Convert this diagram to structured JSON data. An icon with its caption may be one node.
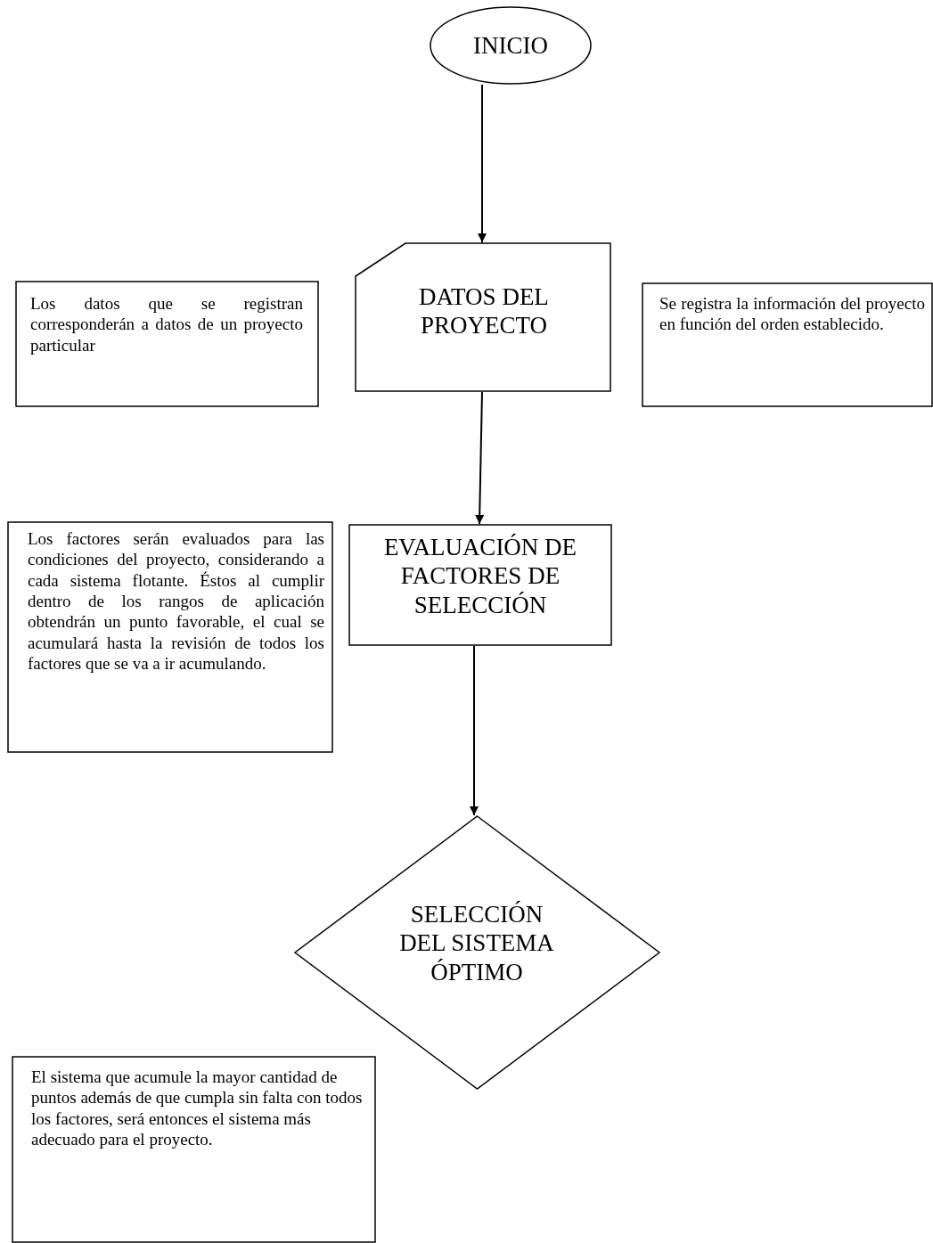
{
  "diagram": {
    "nodes": [
      {
        "text": [
          "INICIO"
        ]
      },
      {
        "text": [
          "DATOS DEL PROYECTO"
        ]
      },
      {
        "text": [
          "Los datos que se registran corresponderán a datos de un proyecto particular"
        ]
      },
      {
        "text": [
          "Se registra la información del proyecto en función del orden establecido."
        ]
      },
      {
        "text": [
          "EVALUACIÓN DE FACTORES DE SELECCIÓN"
        ]
      },
      {
        "text": [
          "Los factores serán evaluados para las condiciones del proyecto, considerando a cada sistema flotante. Éstos al cumplir dentro de los rangos de aplicación obtendrán un punto favorable, el cual se acumulará hasta la revisión de todos los factores que se va a ir acumulando."
        ]
      },
      {
        "text": [
          "SELECCIÓN DEL SISTEMA ÓPTIMO"
        ]
      },
      {
        "text": [
          "El sistema que acumule la mayor cantidad de puntos además de que cumpla sin falta con todos los factores, será entonces el sistema más adecuado para el proyecto."
        ]
      }
    ],
    "edges": [
      {
        "from": 0,
        "to": 1,
        "arrow": "to"
      },
      {
        "from": 1,
        "to": 4,
        "arrow": "to"
      },
      {
        "from": 4,
        "to": 6,
        "arrow": "to"
      }
    ]
  }
}
